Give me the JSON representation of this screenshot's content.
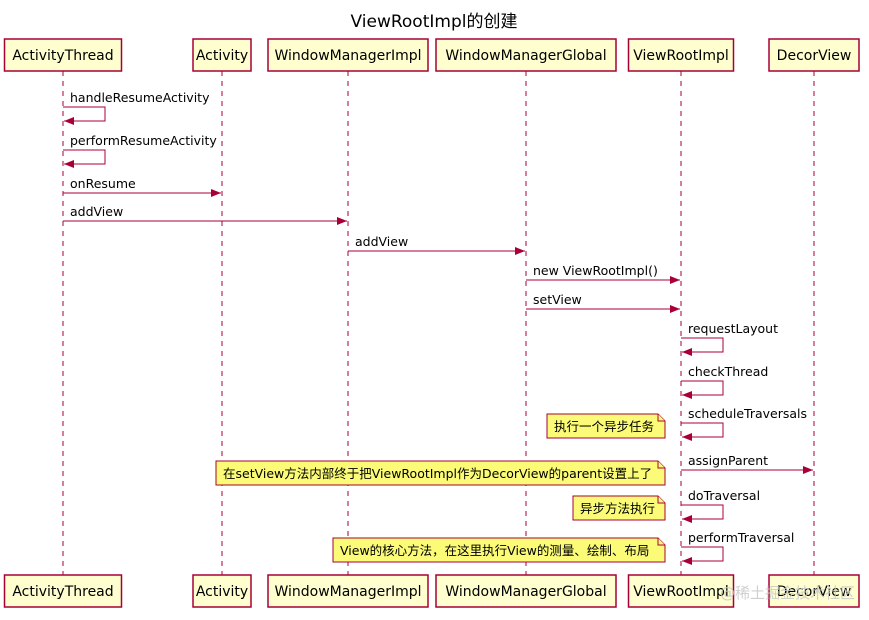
{
  "title": "ViewRootImpl的创建",
  "participants": [
    {
      "id": "AT",
      "label": "ActivityThread"
    },
    {
      "id": "A",
      "label": "Activity"
    },
    {
      "id": "WMI",
      "label": "WindowManagerImpl"
    },
    {
      "id": "WMG",
      "label": "WindowManagerGlobal"
    },
    {
      "id": "VRI",
      "label": "ViewRootImpl"
    },
    {
      "id": "DV",
      "label": "DecorView"
    }
  ],
  "messages": [
    {
      "from": "AT",
      "to": "AT",
      "label": "handleResumeActivity"
    },
    {
      "from": "AT",
      "to": "AT",
      "label": "performResumeActivity"
    },
    {
      "from": "AT",
      "to": "A",
      "label": "onResume"
    },
    {
      "from": "AT",
      "to": "WMI",
      "label": "addView"
    },
    {
      "from": "WMI",
      "to": "WMG",
      "label": "addView"
    },
    {
      "from": "WMG",
      "to": "VRI",
      "label": "new ViewRootImpl()"
    },
    {
      "from": "WMG",
      "to": "VRI",
      "label": "setView"
    },
    {
      "from": "VRI",
      "to": "VRI",
      "label": "requestLayout"
    },
    {
      "from": "VRI",
      "to": "VRI",
      "label": "checkThread"
    },
    {
      "from": "VRI",
      "to": "VRI",
      "label": "scheduleTraversals",
      "note": "执行一个异步任务"
    },
    {
      "from": "VRI",
      "to": "DV",
      "label": "assignParent",
      "note": "在setView方法内部终于把ViewRootImpl作为DecorView的parent设置上了"
    },
    {
      "from": "VRI",
      "to": "VRI",
      "label": "doTraversal",
      "note": "异步方法执行"
    },
    {
      "from": "VRI",
      "to": "VRI",
      "label": "performTraversal",
      "note": "View的核心方法，在这里执行View的测量、绘制、布局"
    }
  ],
  "watermark": "@稀土掘金技术社区",
  "colors": {
    "border": "#A80036",
    "participant_fill": "#FEFECE",
    "note_fill": "#FBFB77"
  }
}
